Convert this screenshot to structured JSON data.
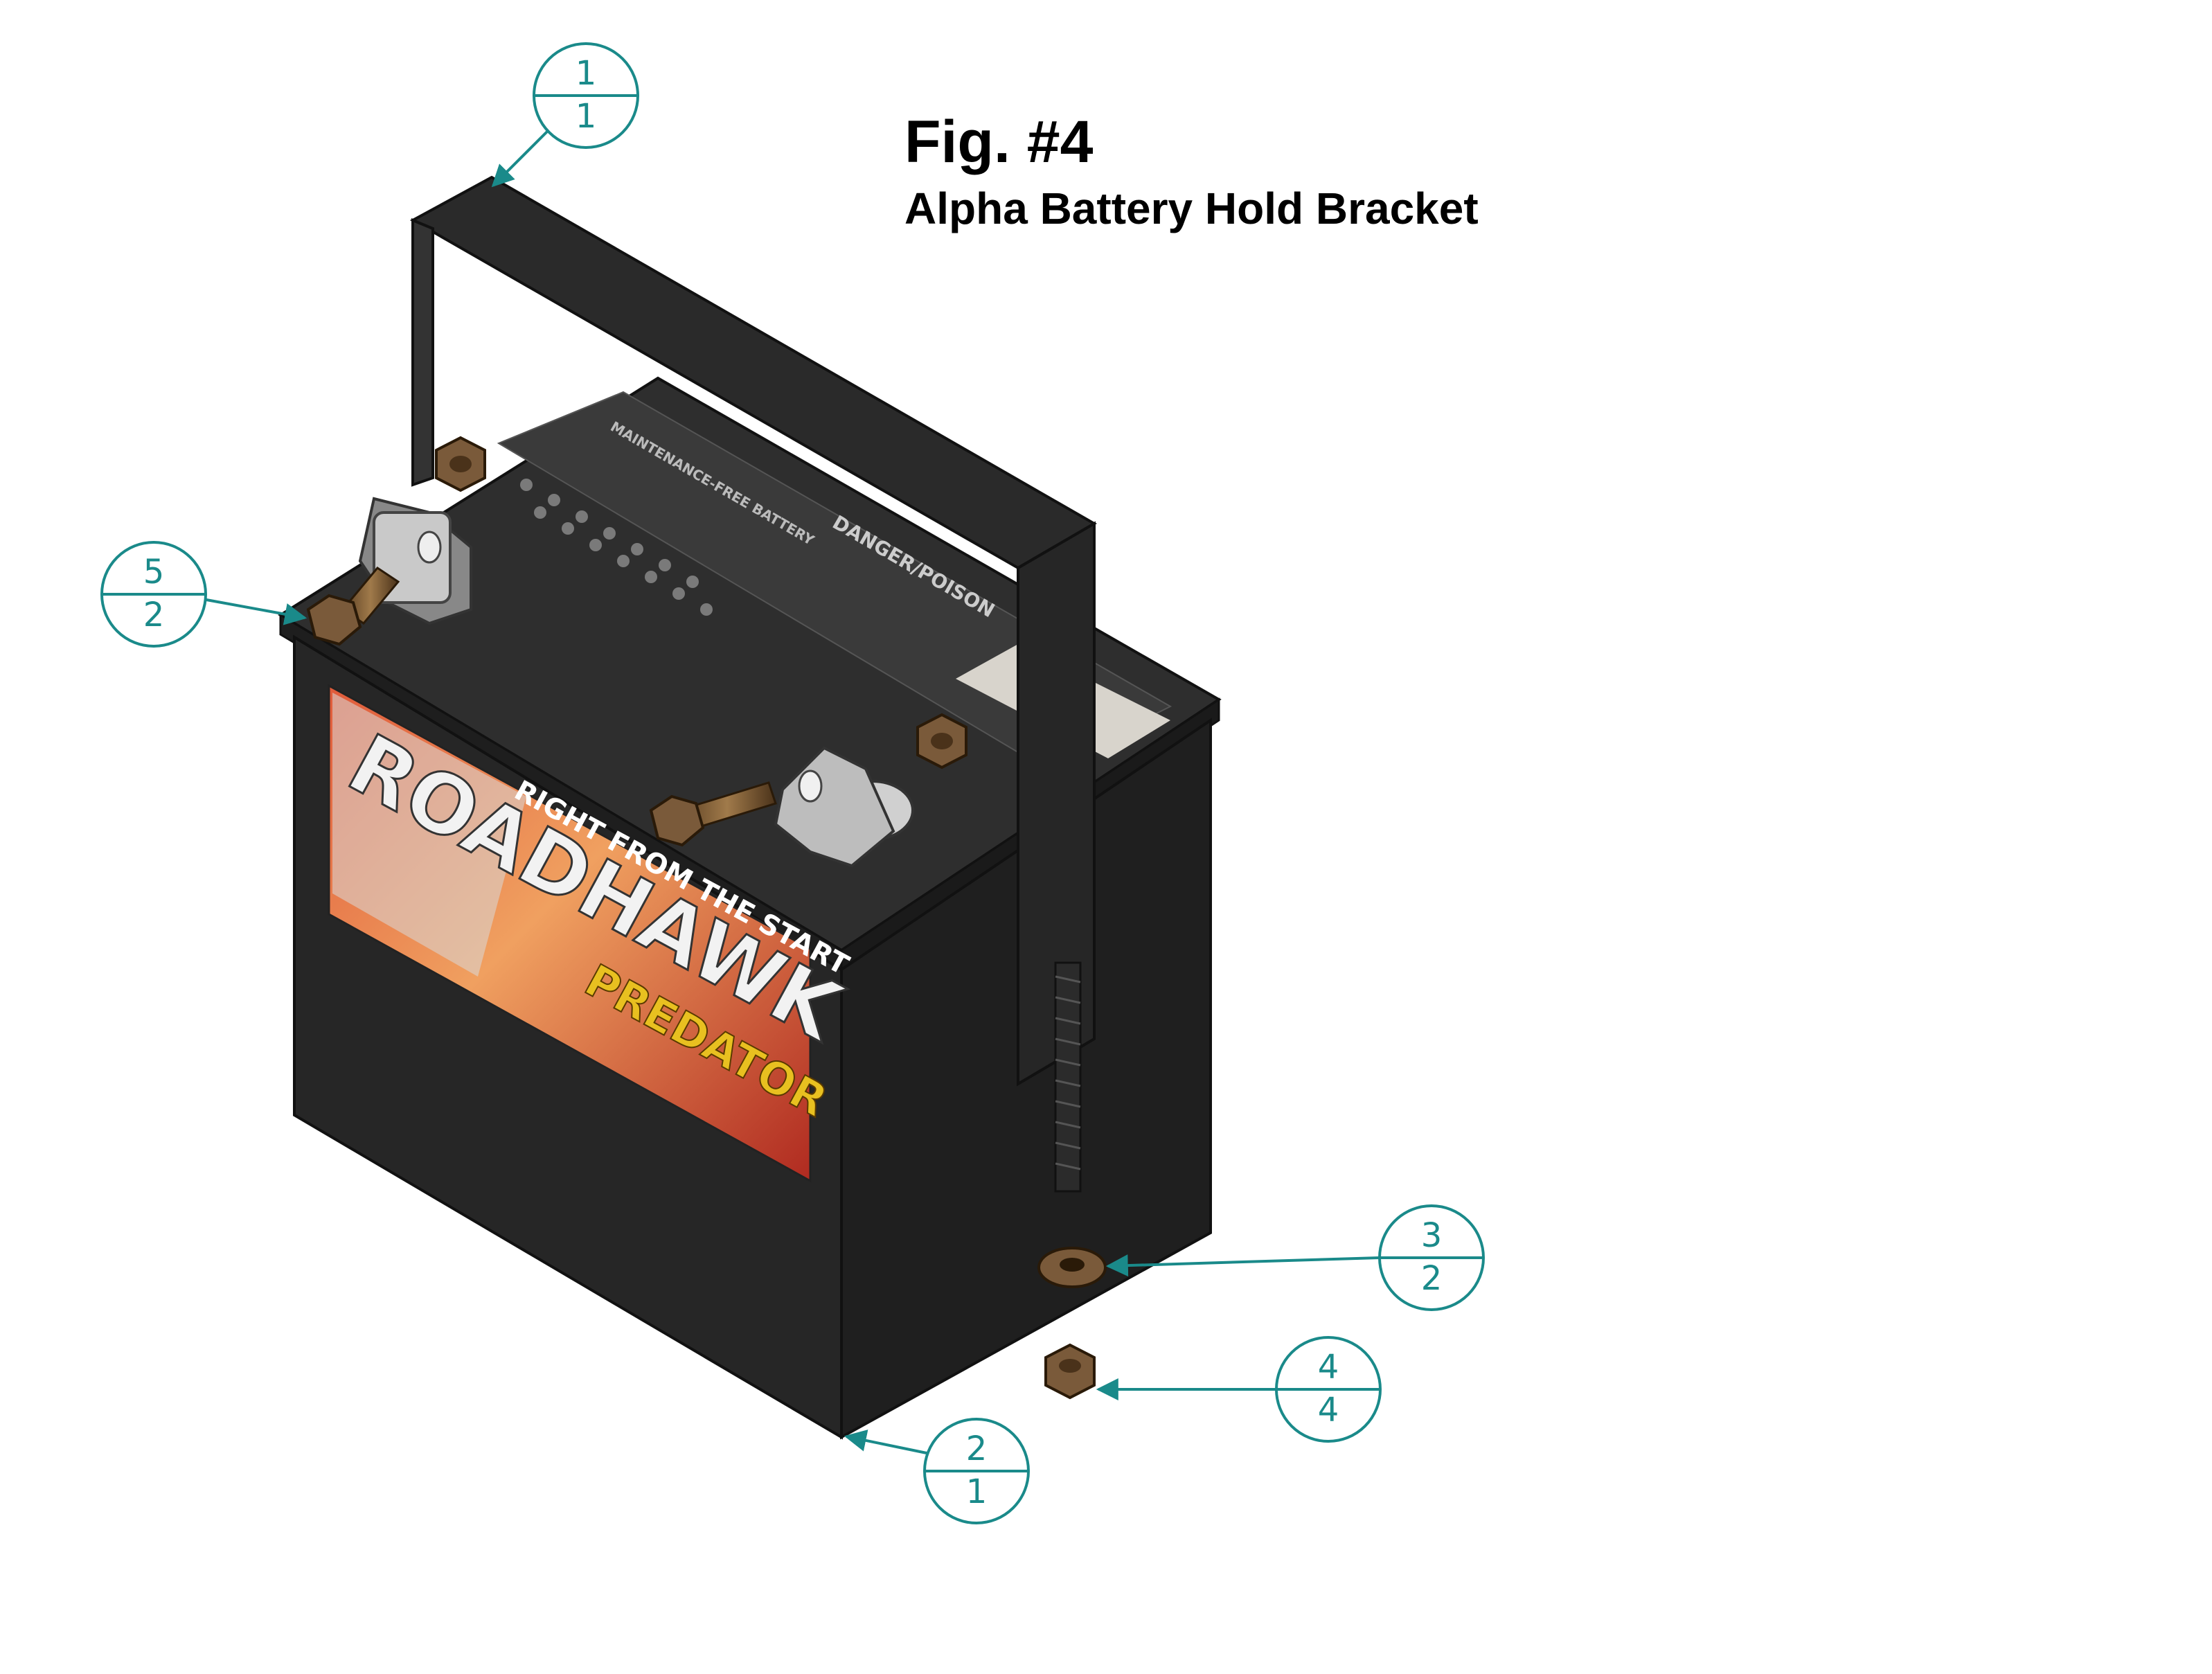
{
  "figure": {
    "title": "Fig. #4",
    "subtitle": "Alpha Battery Hold Bracket"
  },
  "battery_label": {
    "brand": "ROADHAWK",
    "tagline": "RIGHT FROM THE START",
    "model": "PREDATOR",
    "maintenance": "MAINTENANCE-FREE BATTERY",
    "warning": "DANGER/POISON"
  },
  "balloons": [
    {
      "item": "1",
      "qty": "1"
    },
    {
      "item": "5",
      "qty": "2"
    },
    {
      "item": "3",
      "qty": "2"
    },
    {
      "item": "4",
      "qty": "4"
    },
    {
      "item": "2",
      "qty": "1"
    }
  ],
  "colors": {
    "balloon": "#1a8a8a",
    "battery_body": "#262626",
    "bracket": "#2a2a2a",
    "hardware": "#7a5a3a",
    "label_red": "#c0392b"
  }
}
